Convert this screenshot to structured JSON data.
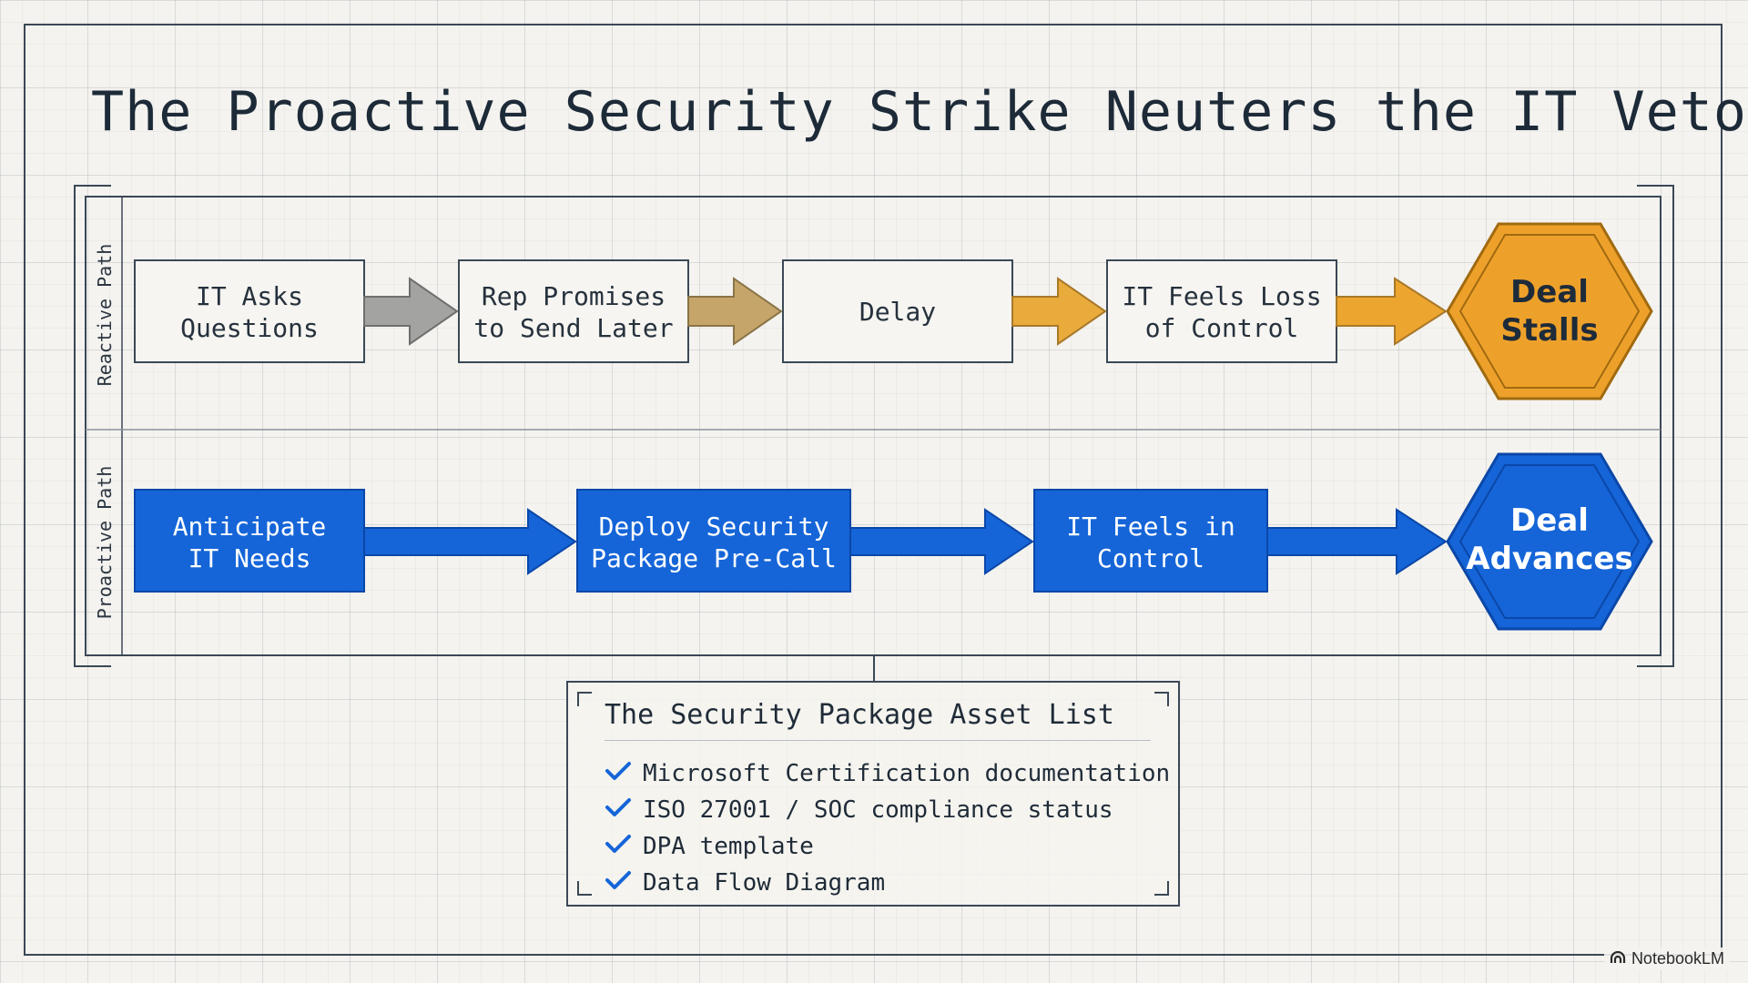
{
  "title": "The Proactive Security Strike Neuters the IT Veto",
  "colors": {
    "ink": "#1e2b3a",
    "blue": "#1565d8",
    "blue_dark": "#0b47a8",
    "orange": "#eea12a",
    "orange_dark": "#a06a10",
    "gray_arrow": "#a3a3a1",
    "tan_arrow": "#c6a56a",
    "gold_arrow": "#e8ab3c"
  },
  "lanes": {
    "reactive": {
      "label": "Reactive Path",
      "steps": [
        {
          "line1": "IT Asks",
          "line2": "Questions"
        },
        {
          "line1": "Rep Promises",
          "line2": "to Send Later"
        },
        {
          "line1": "Delay",
          "line2": ""
        },
        {
          "line1": "IT Feels Loss",
          "line2": "of Control"
        }
      ],
      "outcome": {
        "line1": "Deal",
        "line2": "Stalls"
      }
    },
    "proactive": {
      "label": "Proactive Path",
      "steps": [
        {
          "line1": "Anticipate",
          "line2": "IT Needs"
        },
        {
          "line1": "Deploy Security",
          "line2": "Package Pre-Call"
        },
        {
          "line1": "IT Feels in",
          "line2": "Control"
        }
      ],
      "outcome": {
        "line1": "Deal",
        "line2": "Advances"
      }
    }
  },
  "asset_list": {
    "title": "The Security Package Asset List",
    "items": [
      "Microsoft Certification documentation",
      "ISO 27001 / SOC compliance status",
      "DPA template",
      "Data Flow Diagram"
    ]
  },
  "watermark": "NotebookLM"
}
